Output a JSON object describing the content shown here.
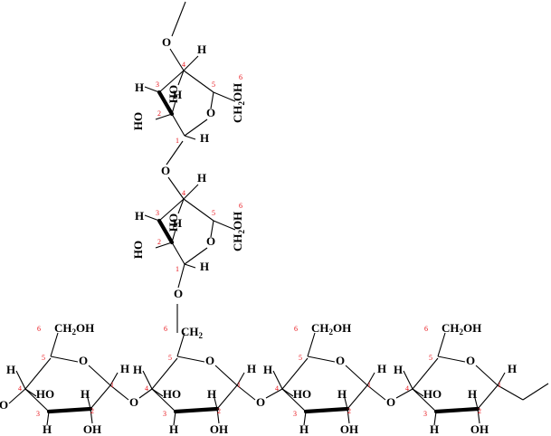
{
  "atoms": {
    "ring_oxygen": "O",
    "hydrogen": "H",
    "hydroxyl": "HO",
    "hydroxyl_right": "OH",
    "glycosidic_oxygen": "O",
    "hydroxymethyl": "CH",
    "hydroxymethyl_sub": "2",
    "hydroxymethyl_tail": "OH",
    "methylene": "CH",
    "methylene_sub": "2"
  },
  "carbon_numbers": [
    "1",
    "2",
    "3",
    "4",
    "5",
    "6"
  ],
  "colors": {
    "bonds": "#000000",
    "carbon_numbers": "#e8141b",
    "background": "#ffffff"
  }
}
